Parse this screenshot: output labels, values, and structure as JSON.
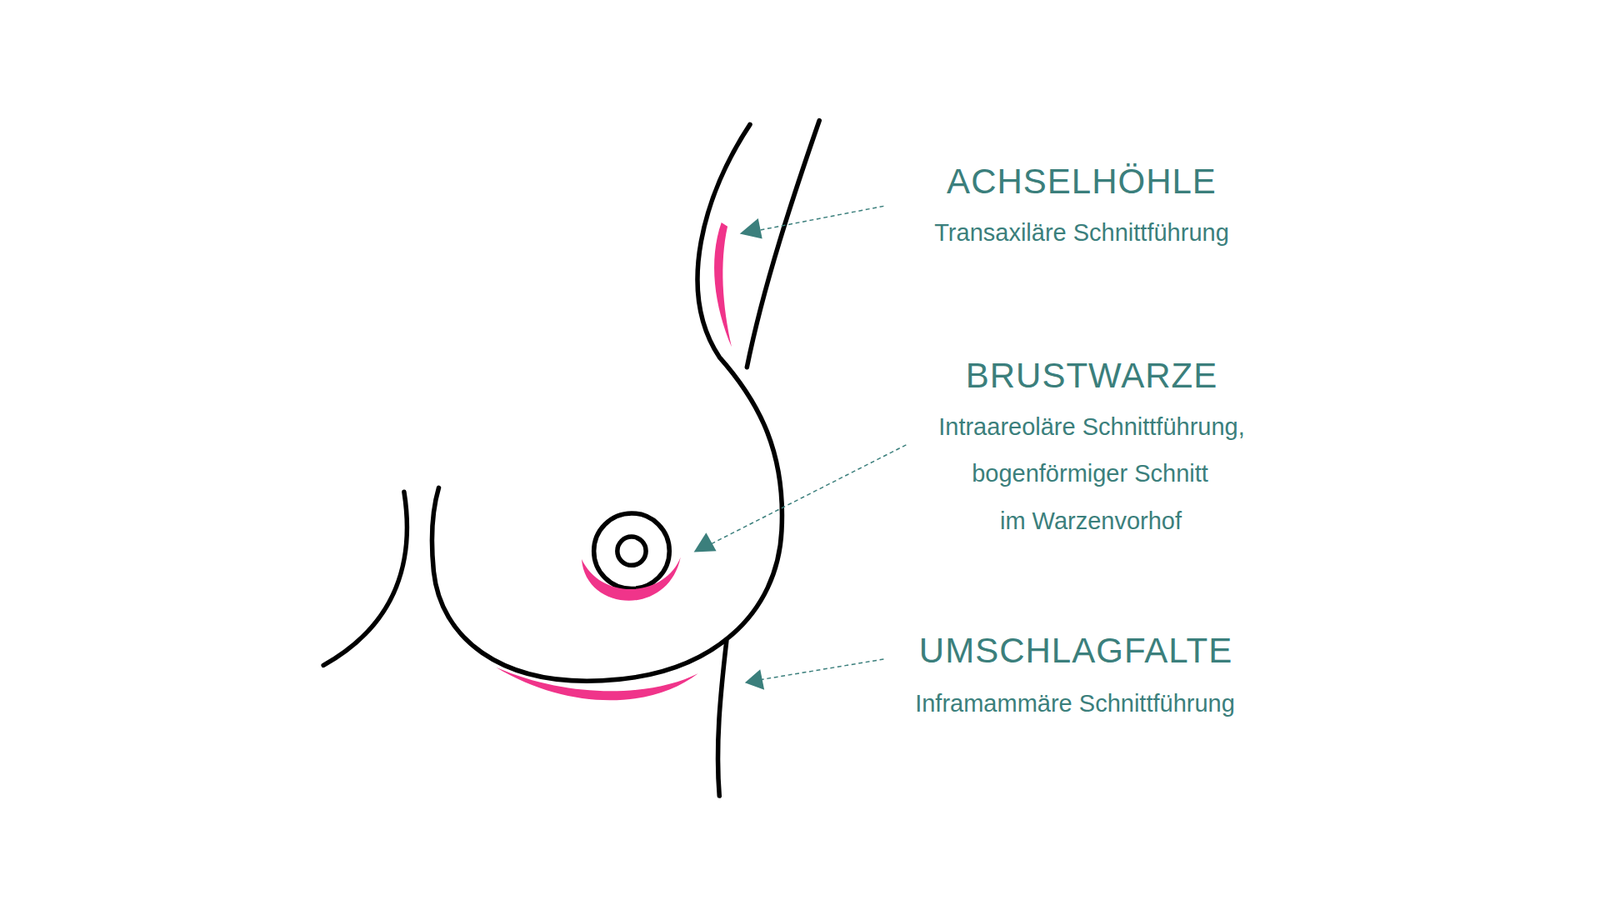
{
  "diagram": {
    "labels": [
      "ACHSELHÖHLE",
      "Transaxiläre Schnittführung",
      "BRUSTWARZE",
      "Intraareoläre Schnittführung,",
      "bogenförmiger Schnitt",
      "im Warzenvorhof",
      "UMSCHLAGFALTE",
      "Inframammäre Schnittführung"
    ]
  }
}
